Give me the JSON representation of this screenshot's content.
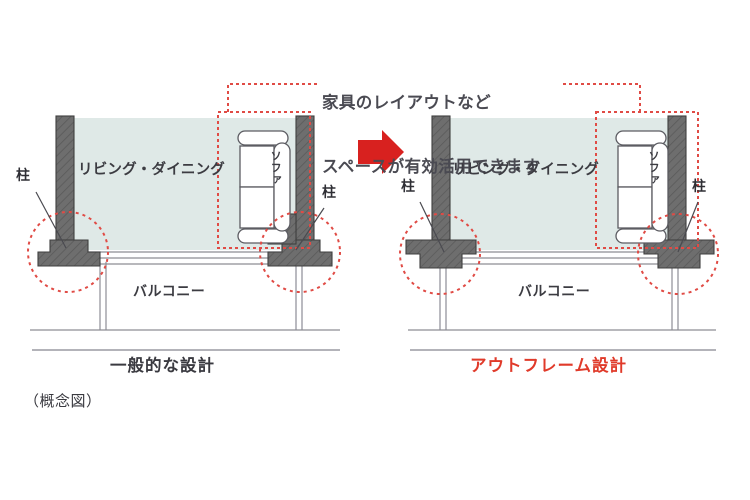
{
  "figure": {
    "type": "architectural-comparison-diagram",
    "note": "（概念図）",
    "callout": {
      "line1": "家具のレイアウトなど",
      "line2": "スペースが有効活用できます"
    },
    "arrow": {
      "icon": "right-arrow-icon",
      "color": "#d8211f"
    }
  },
  "colors": {
    "room_fill": "#dfe9e7",
    "column_fill": "#6e6e6e",
    "column_stroke": "#3f3f3f",
    "accent_red": "#e0342a",
    "dotted_red": "#e04b45",
    "caption_red": "#e03a2a",
    "text_dark": "#3a3a40",
    "rule_gray": "#9a9aa2",
    "slab_line": "#8d8d95",
    "background": "#ffffff"
  },
  "panels": [
    {
      "id": "conventional",
      "caption": "一般的な設計",
      "caption_color": "#3a3a40",
      "room_label": "リビング・ダイニング",
      "sofa_label": "ソファ",
      "balcony_label": "バルコニー",
      "pillar_labels": [
        "柱",
        "柱"
      ],
      "description_note": "columns project inward into the living space"
    },
    {
      "id": "outframe",
      "caption": "アウトフレーム設計",
      "caption_color": "#e03a2a",
      "room_label": "リビング・ダイニング",
      "sofa_label": "ソファ",
      "balcony_label": "バルコニー",
      "pillar_labels": [
        "柱",
        "柱"
      ],
      "description_note": "columns project outward to the balcony side"
    }
  ]
}
